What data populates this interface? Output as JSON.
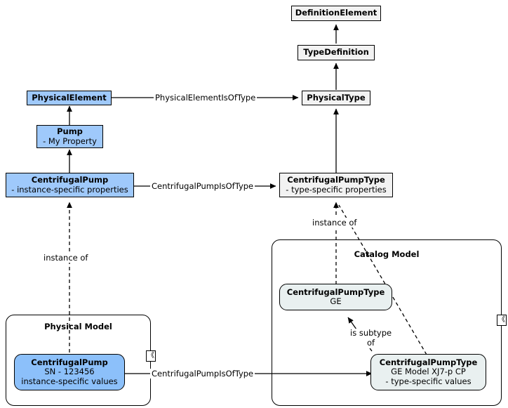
{
  "diagram": {
    "title": "Physical Element / Type Definition UML class diagram",
    "colors": {
      "instance_blue": "#9fc9fb",
      "instance_blue_round": "#8cc0fa",
      "type_grey": "#f2f2f2",
      "type_round": "#e9f0f0",
      "stroke": "#000000",
      "background": "#ffffff"
    }
  },
  "nodes": [
    {
      "id": "definition-element",
      "name": "DefinitionElement",
      "sub": ""
    },
    {
      "id": "type-definition",
      "name": "TypeDefinition",
      "sub": ""
    },
    {
      "id": "physical-element",
      "name": "PhysicalElement",
      "sub": ""
    },
    {
      "id": "physical-type",
      "name": "PhysicalType",
      "sub": ""
    },
    {
      "id": "pump",
      "name": "Pump",
      "sub": "- My Property"
    },
    {
      "id": "centrifugal-pump",
      "name": "CentrifugalPump",
      "sub": "- instance-specific properties"
    },
    {
      "id": "centrifugal-pump-type",
      "name": "CentrifugalPumpType",
      "sub": "- type-specific properties"
    },
    {
      "id": "catalog-pump-type-ge",
      "name": "CentrifugalPumpType",
      "sub": "GE"
    },
    {
      "id": "catalog-pump-type-model",
      "name": "CentrifugalPumpType",
      "sub": "GE Model XJ7-p CP",
      "sub2": "- type-specific values"
    },
    {
      "id": "physical-pump-instance",
      "name": "CentrifugalPump",
      "sub": "SN - 123456",
      "sub2": "instance-specific values"
    }
  ],
  "frames": [
    {
      "id": "physical-model",
      "title": "Physical Model"
    },
    {
      "id": "catalog-model",
      "title": "Catalog Model"
    }
  ],
  "edges": [
    {
      "id": "physical-element-is-of-type",
      "label": "PhysicalElementIsOfType"
    },
    {
      "id": "centrifugal-pump-is-of-type",
      "label": "CentrifugalPumpIsOfType"
    },
    {
      "id": "instance-of-left",
      "label": "instance of"
    },
    {
      "id": "instance-of-right",
      "label": "instance of"
    },
    {
      "id": "is-subtype-of",
      "label1": "is subtype",
      "label2": "of"
    },
    {
      "id": "centrifugal-pump-is-of-type-bottom",
      "label": "CentrifugalPumpIsOfType"
    }
  ],
  "stereotypes": [
    {
      "id": "stereotype-physical-model",
      "glyph": "《"
    },
    {
      "id": "stereotype-catalog-model",
      "glyph": "《"
    }
  ]
}
